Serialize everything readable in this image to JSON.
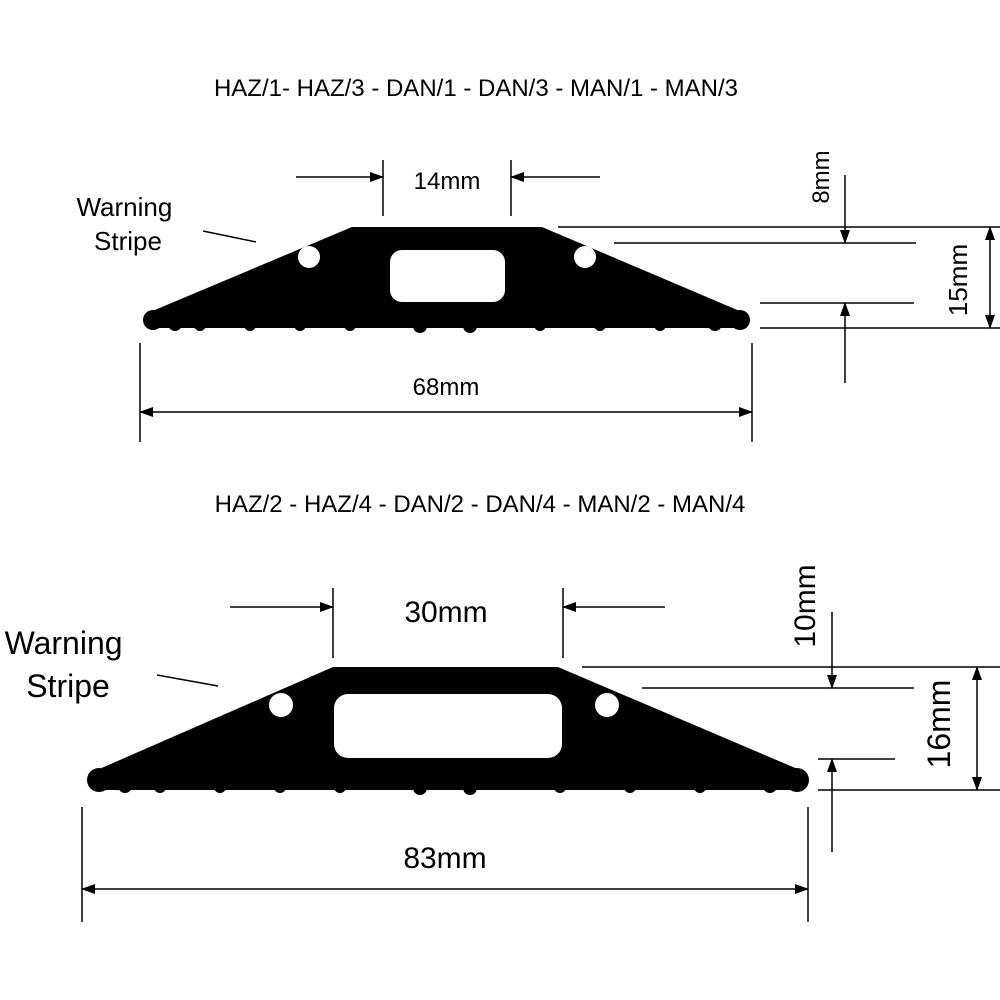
{
  "colors": {
    "profile": "#000000",
    "line": "#000000",
    "background": "#ffffff"
  },
  "top": {
    "models": "HAZ/1- HAZ/3 - DAN/1 - DAN/3 - MAN/1 - MAN/3",
    "annotation": "Warning\nStripe",
    "channel_width": "14mm",
    "overall_width": "68mm",
    "channel_height": "8mm",
    "overall_height": "15mm"
  },
  "bottom": {
    "models": "HAZ/2 - HAZ/4 - DAN/2 - DAN/4 - MAN/2 - MAN/4",
    "annotation": "Warning\nStripe",
    "channel_width": "30mm",
    "overall_width": "83mm",
    "channel_height": "10mm",
    "overall_height": "16mm"
  }
}
